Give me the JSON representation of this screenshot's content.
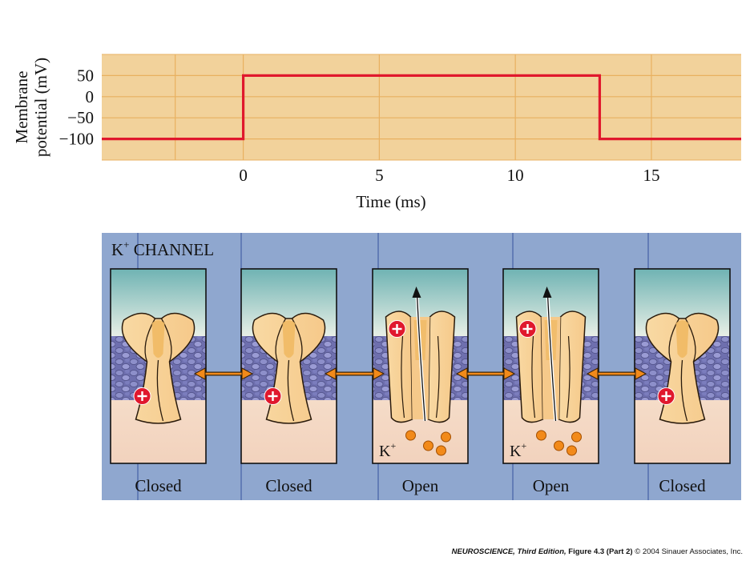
{
  "chart_data": {
    "type": "line",
    "ylabel_line1": "Membrane",
    "ylabel_line2": "potential (mV)",
    "xlabel": "Time (ms)",
    "yticks": [
      50,
      0,
      -50,
      -100
    ],
    "ytick_labels": [
      "50",
      "0",
      "−50",
      "−100"
    ],
    "xticks": [
      0,
      5,
      10,
      15
    ],
    "ytrace_points": [
      [
        -5.2,
        -100
      ],
      [
        0,
        -100
      ],
      [
        0,
        50
      ],
      [
        13.1,
        50
      ],
      [
        13.1,
        -100
      ],
      [
        18.3,
        -100
      ]
    ],
    "xlim": [
      -5.2,
      18.3
    ],
    "ylim": [
      -150,
      100
    ],
    "series": [
      {
        "values_desc": "step pulse",
        "color": "#e0182d"
      }
    ],
    "background": "#f2d29b",
    "gridline_color": "#e8b060"
  },
  "diagram": {
    "title_prefix": "K",
    "title_sup": "+",
    "title_suffix": " CHANNEL",
    "background": "#8fa7cf",
    "panels": [
      {
        "label": "Closed",
        "state": "closed"
      },
      {
        "label": "Closed",
        "state": "closed"
      },
      {
        "label": "Open",
        "state": "open",
        "ion_label": "K",
        "ion_sup": "+"
      },
      {
        "label": "Open",
        "state": "open",
        "ion_label": "K",
        "ion_sup": "+"
      },
      {
        "label": "Closed",
        "state": "closed"
      }
    ]
  },
  "caption": {
    "book": "NEUROSCIENCE, Third Edition,",
    "figure": "Figure 4.3 (Part 2)",
    "copyright": "© 2004 Sinauer Associates, Inc."
  }
}
